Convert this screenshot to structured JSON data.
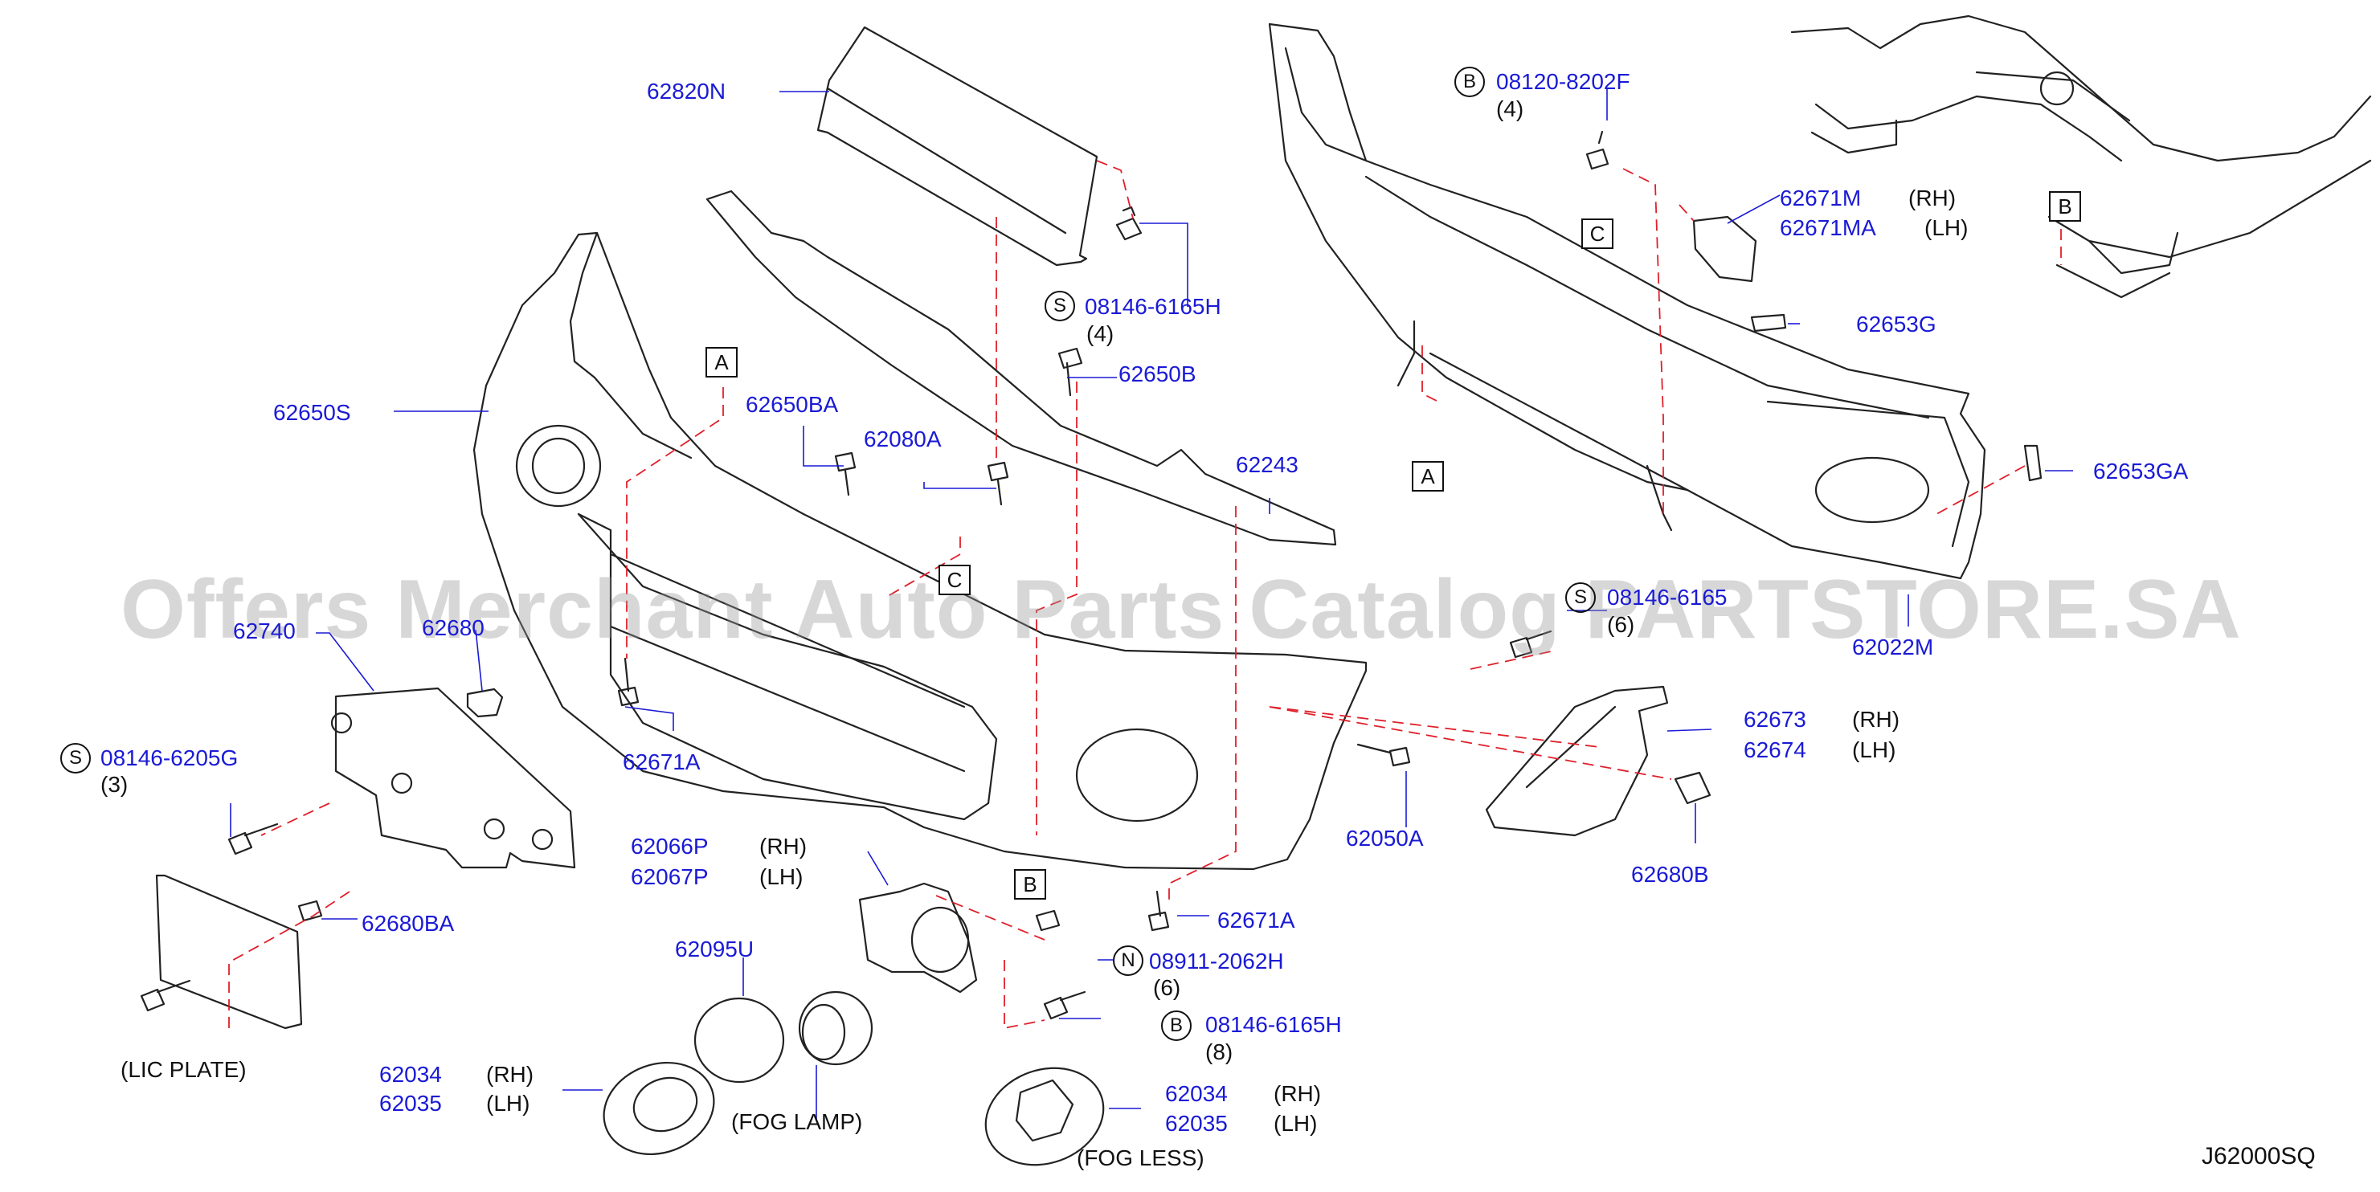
{
  "watermark": "Offers Merchant Auto Parts Catalog PARTSTORE.SA",
  "diagram_code": "J62000SQ",
  "parts": {
    "p62820N": "62820N",
    "p08146_6165H_top": "08146-6165H",
    "p62650B": "62650B",
    "p62650BA": "62650BA",
    "p62080A": "62080A",
    "p62243": "62243",
    "p62650S": "62650S",
    "p62740": "62740",
    "p62680": "62680",
    "p08146_6205G": "08146-6205G",
    "p62671A_left": "62671A",
    "p62680BA": "62680BA",
    "p62066P": "62066P",
    "p62067P": "62067P",
    "p62095U": "62095U",
    "p08911_2062H": "08911-2062H",
    "p08146_6165H_bottom": "08146-6165H",
    "p62671A_right": "62671A",
    "p62050A": "62050A",
    "p62034_left": "62034",
    "p62035_left": "62035",
    "p62034_right": "62034",
    "p62035_right": "62035",
    "p08120_8202F": "08120-8202F",
    "p62671M": "62671M",
    "p62671MA": "62671MA",
    "p62653G": "62653G",
    "p62653GA": "62653GA",
    "p08146_6165_mid": "08146-6165",
    "p62022M": "62022M",
    "p62673": "62673",
    "p62674": "62674",
    "p62680B": "62680B"
  },
  "qty": {
    "q4_top": "(4)",
    "q3": "(3)",
    "q6_nut": "(6)",
    "q8": "(8)",
    "q4_right": "(4)",
    "q6_mid": "(6)"
  },
  "side": {
    "rh": "(RH)",
    "lh": "(LH)"
  },
  "notes": {
    "lic_plate": "(LIC PLATE)",
    "fog_lamp": "(FOG LAMP)",
    "fog_less": "(FOG LESS)"
  },
  "symbols": {
    "S": "S",
    "B": "B",
    "N": "N",
    "A": "A",
    "C": "C"
  },
  "colors": {
    "label_blue": "#1a1ad6",
    "dash_red": "#e0202a",
    "line_black": "#111111"
  }
}
